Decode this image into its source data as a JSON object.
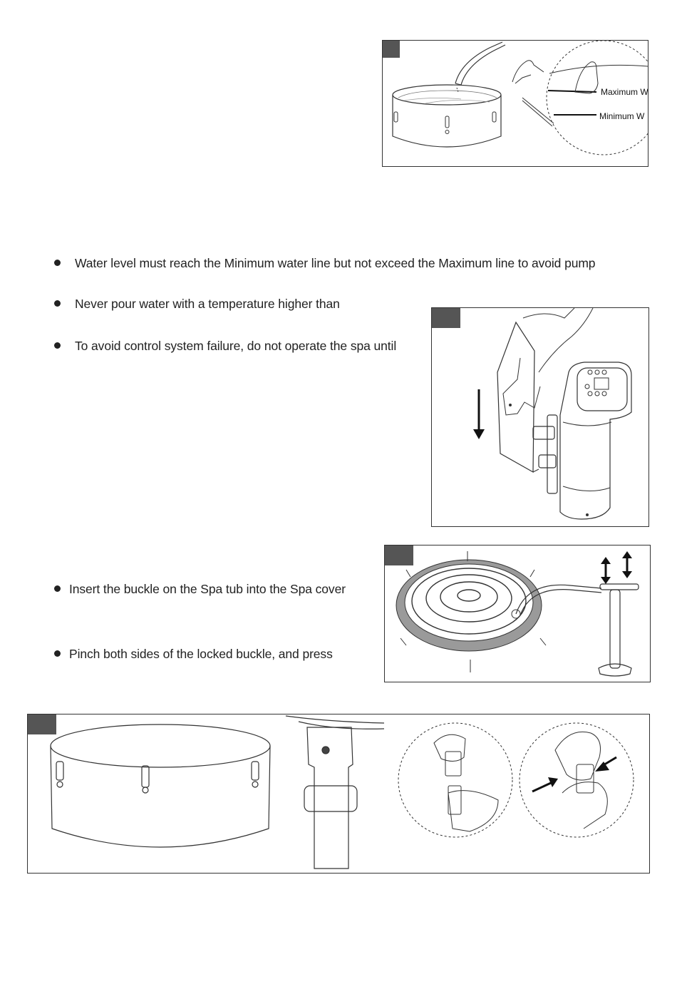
{
  "bullets_top": [
    {
      "text": "Water level must reach the Minimum water line but not exceed the Maximum line to avoid pump"
    },
    {
      "text": "Never pour water with a temperature higher than"
    },
    {
      "text": "To avoid control system failure, do not operate the spa until"
    }
  ],
  "bullets_mid": [
    {
      "text": "Insert the buckle on the Spa tub into the Spa cover"
    },
    {
      "text": "Pinch both sides of the locked buckle, and press"
    }
  ],
  "figure1": {
    "max_label": "Maximum W",
    "min_label": "Minimum W"
  },
  "colors": {
    "tab": "#555555",
    "line": "#333333",
    "ring": "#9a9a9a"
  }
}
